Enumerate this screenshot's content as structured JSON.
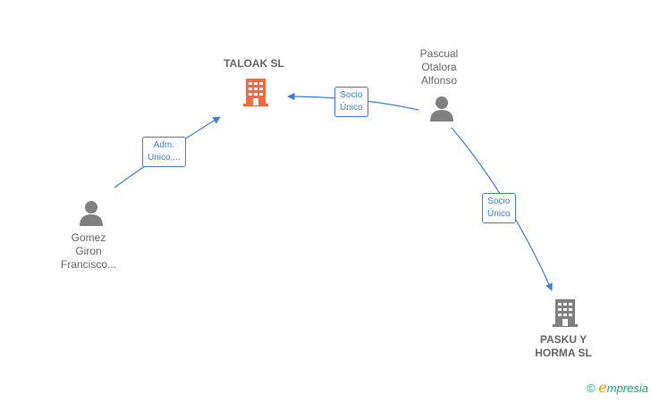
{
  "nodes": [
    {
      "id": "taloak",
      "kind": "company",
      "label": "TALOAK  SL",
      "lines": [
        "TALOAK  SL"
      ],
      "color": "#f26a3f"
    },
    {
      "id": "pasku",
      "kind": "company",
      "label": "PASKU Y HORMA SL",
      "lines": [
        "PASKU Y",
        "HORMA  SL"
      ],
      "color": "#808080"
    },
    {
      "id": "pascual",
      "kind": "person",
      "label": "Pascual Otalora Alfonso",
      "lines": [
        "Pascual",
        "Otalora",
        "Alfonso"
      ],
      "color": "#808080"
    },
    {
      "id": "gomez",
      "kind": "person",
      "label": "Gomez Giron Francisco...",
      "lines": [
        "Gomez",
        "Giron",
        "Francisco..."
      ],
      "color": "#808080"
    }
  ],
  "edges": [
    {
      "from": "pascual",
      "to": "taloak",
      "lines": [
        "Socio",
        "Único"
      ]
    },
    {
      "from": "gomez",
      "to": "taloak",
      "lines": [
        "Adm.",
        "Unico,..."
      ]
    },
    {
      "from": "pascual",
      "to": "pasku",
      "lines": [
        "Socio",
        "Único"
      ]
    }
  ],
  "watermark": {
    "copyright": "©",
    "brand_initial": "e",
    "brand_rest": "mpresia"
  },
  "colors": {
    "edge": "#3a7fd5",
    "label_text": "#666666",
    "highlight_company": "#f26a3f"
  }
}
